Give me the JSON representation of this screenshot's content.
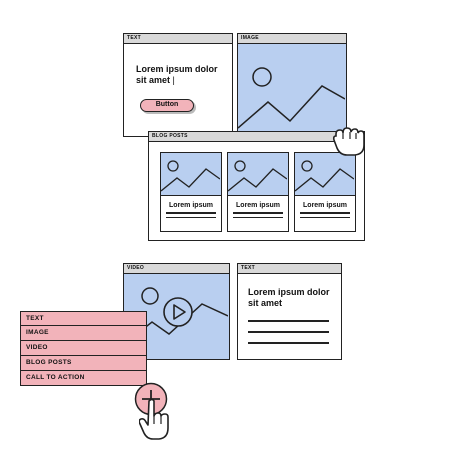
{
  "panels": {
    "text_top": {
      "title": "TEXT",
      "heading": "Lorem ipsum dolor sit amet",
      "button_label": "Button"
    },
    "image_top": {
      "title": "IMAGE"
    },
    "blog": {
      "title": "BLOG POSTS",
      "cards": [
        {
          "caption": "Lorem ipsum"
        },
        {
          "caption": "Lorem ipsum"
        },
        {
          "caption": "Lorem ipsum"
        }
      ]
    },
    "video": {
      "title": "VIDEO"
    },
    "text_bottom": {
      "title": "TEXT",
      "heading": "Lorem ipsum dolor sit amet"
    }
  },
  "menu": {
    "items": [
      {
        "label": "TEXT"
      },
      {
        "label": "IMAGE"
      },
      {
        "label": "VIDEO"
      },
      {
        "label": "BLOG POSTS"
      },
      {
        "label": "CALL TO ACTION"
      }
    ]
  },
  "icons": {
    "cursor_hand": "hand-pointer-icon",
    "grab_hand": "hand-grab-icon",
    "add": "plus-icon"
  },
  "colors": {
    "accent_pink": "#f2b3ba",
    "image_blue": "#b9cff0",
    "titlebar_gray": "#d9d9d9",
    "outline": "#222222"
  }
}
